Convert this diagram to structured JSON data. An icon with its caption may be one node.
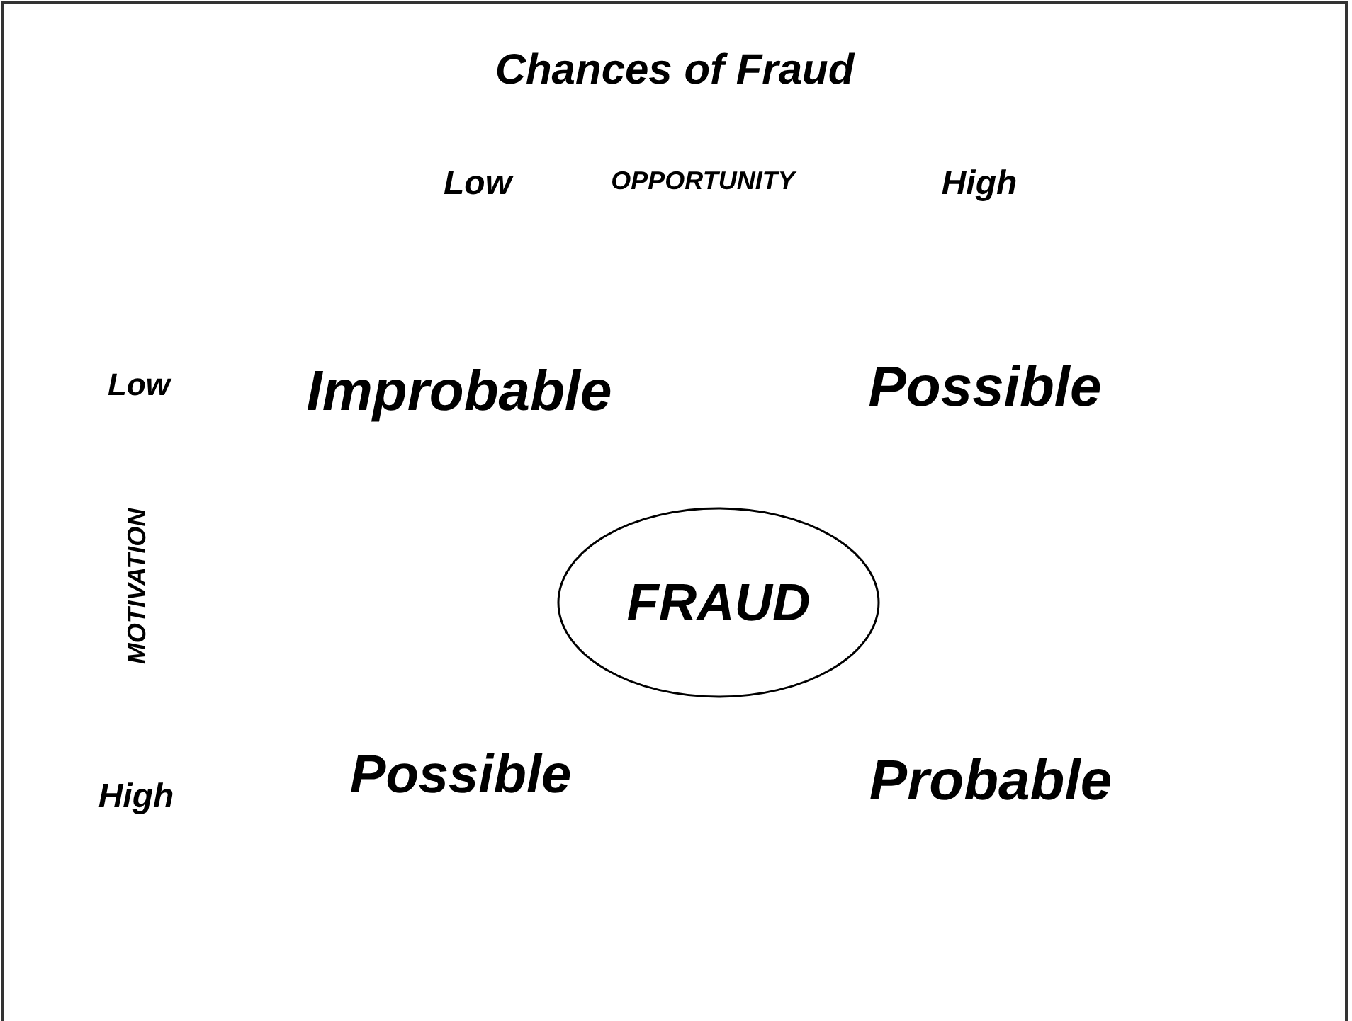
{
  "diagram": {
    "title": "Chances of Fraud",
    "nodes": [
      {
        "text": [
          "FRAUD"
        ]
      }
    ],
    "labels": [
      "Low",
      "OPPORTUNITY",
      "High",
      "Low",
      "Improbable",
      "Possible",
      "MOTIVATION",
      "Possible",
      "Probable",
      "High"
    ]
  }
}
